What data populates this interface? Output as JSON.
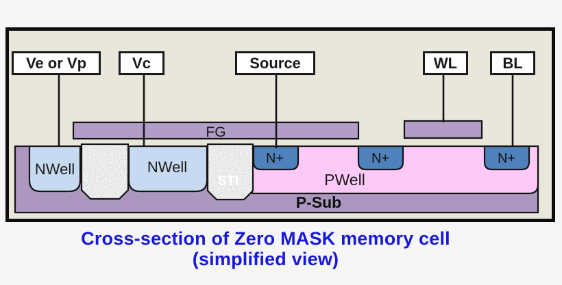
{
  "terminals": {
    "ve_vp": "Ve or Vp",
    "vc": "Vc",
    "source": "Source",
    "wl": "WL",
    "bl": "BL"
  },
  "gates": {
    "fg": "FG"
  },
  "regions": {
    "nwell_left": "NWell",
    "nwell_center": "NWell",
    "sti": "STI",
    "nplus_source": "N+",
    "nplus_center": "N+",
    "nplus_bitline": "N+",
    "pwell": "PWell",
    "psub": "P-Sub"
  },
  "caption": {
    "line1": "Cross-section of Zero MASK memory cell",
    "line2": "(simplified view)"
  },
  "colors": {
    "page_background": "#f5f6f5",
    "panel_beige": "#e9e6db",
    "gate_purple": "#b19dc6",
    "psub_purple": "#ab97bf",
    "nwell_blue": "#c7daf1",
    "nplus_blue": "#4f81bd",
    "pwell_pink": "#fdc9f7",
    "sti_gray": "#c9c9c9",
    "caption_blue": "#1717dd",
    "outline_black": "#141414"
  }
}
